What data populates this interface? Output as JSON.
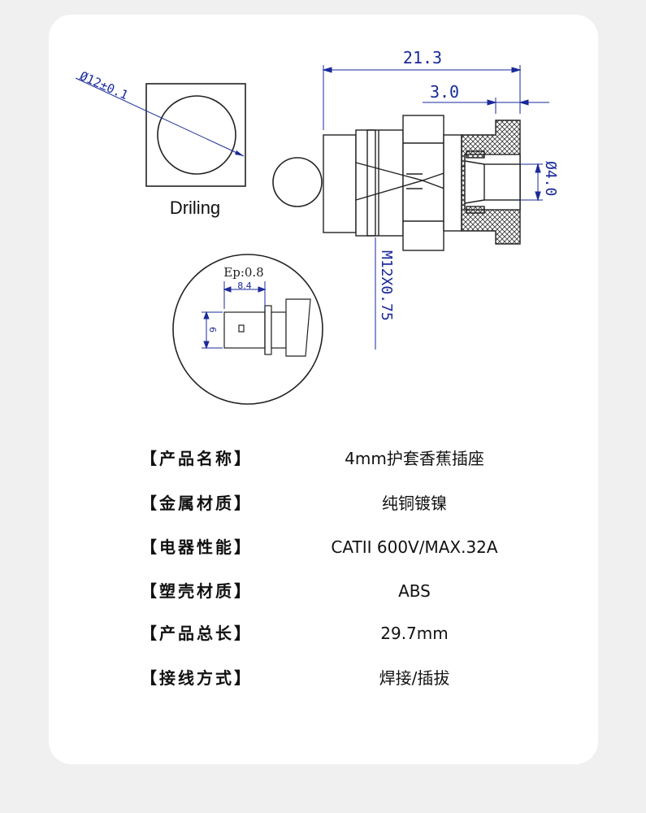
{
  "drawing": {
    "dim_total_length": "21.3",
    "dim_flange": "3.0",
    "dim_diameter": "Ø4.0",
    "dim_thread": "M12X0.75",
    "dim_hole": "Ø12±0.1",
    "hole_caption": "Driling",
    "detail_ep": "Ep:0.8",
    "detail_width": "8.4",
    "detail_height": "6"
  },
  "specs": [
    {
      "label": "【产品名称】",
      "value": "4mm护套香蕉插座"
    },
    {
      "label": "【金属材质】",
      "value": "纯铜镀镍"
    },
    {
      "label": "【电器性能】",
      "value": "CATII 600V/MAX.32A"
    },
    {
      "label": "【塑壳材质】",
      "value": "ABS"
    },
    {
      "label": "【产品总长】",
      "value": "29.7mm"
    },
    {
      "label": "【接线方式】",
      "value": "焊接/插拔"
    }
  ]
}
